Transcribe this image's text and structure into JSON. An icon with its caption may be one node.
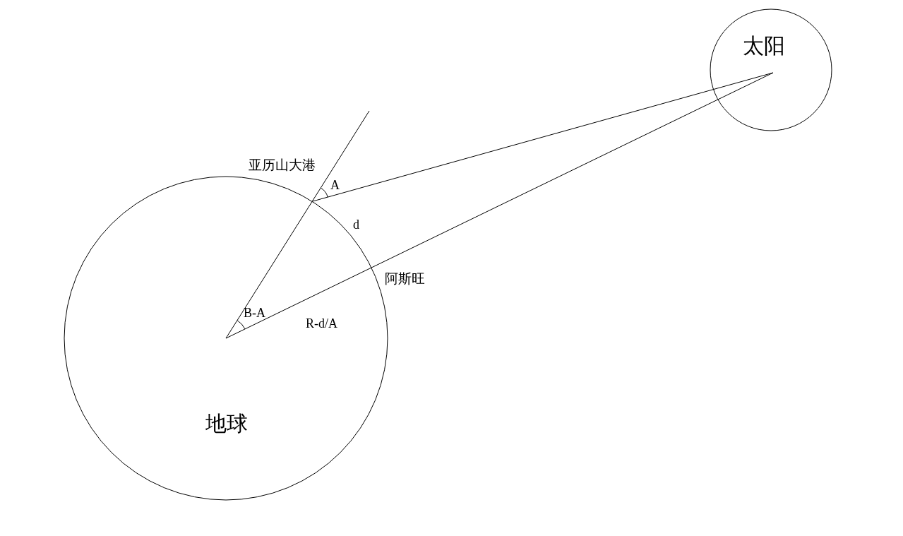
{
  "diagram": {
    "nodes": [
      {
        "text": [
          "太阳"
        ]
      },
      {
        "text": [
          "地球"
        ]
      }
    ],
    "edges": [
      {
        "from": 1,
        "to": 0,
        "arrow": "none"
      },
      {
        "from": 1,
        "to": 0,
        "arrow": "none"
      },
      {
        "from": 1,
        "to": null,
        "arrow": "none"
      }
    ],
    "labels": [
      "亚历山大港",
      "A",
      "d",
      "阿斯旺",
      "B-A",
      "R-d/A"
    ]
  }
}
